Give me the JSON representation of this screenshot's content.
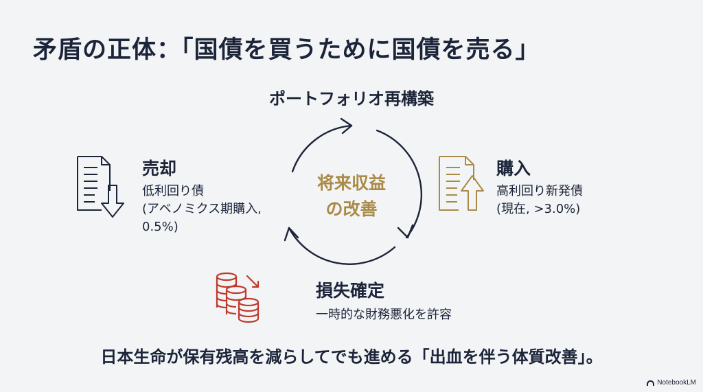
{
  "title": "矛盾の正体：「国債を買うために国債を売る」",
  "cycle": {
    "heading": "ポートフォリオ再構築",
    "center_line1": "将来収益",
    "center_line2": "の改善"
  },
  "sell": {
    "heading": "売却",
    "line1": "低利回り債",
    "line2": "(アベノミクス期購入,",
    "line3": "0.5%)",
    "icon": "document-down-arrow-icon"
  },
  "buy": {
    "heading": "購入",
    "line1": "高利回り新発債",
    "line2": "(現在, >3.0%)",
    "icon": "document-up-arrow-icon"
  },
  "loss": {
    "heading": "損失確定",
    "line1": "一時的な財務悪化を許容",
    "icon": "coin-stack-decline-icon"
  },
  "footer": "日本生命が保有残高を減らしてでも進める「出血を伴う体質改善」。",
  "brand": "NotebookLM",
  "colors": {
    "navy": "#1b2438",
    "gold": "#a98a46",
    "red": "#c0392b",
    "background": "#f3f4f6"
  }
}
